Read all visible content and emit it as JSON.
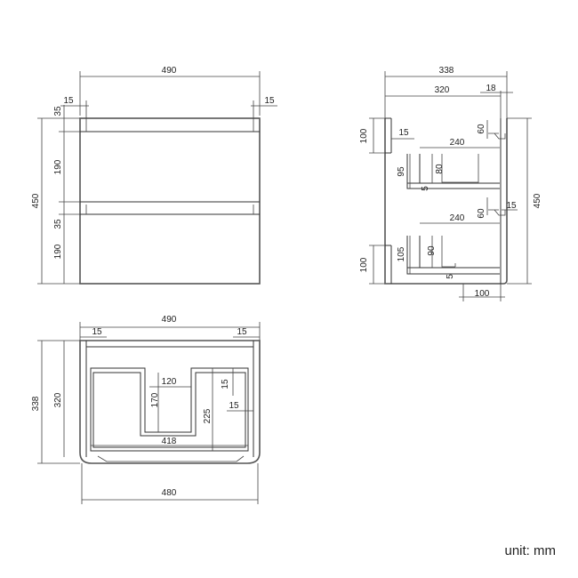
{
  "front": {
    "width": "490",
    "side_l": "15",
    "side_r": "15",
    "top": "35",
    "drawer1": "190",
    "mid": "35",
    "drawer2": "190",
    "height": "450"
  },
  "side": {
    "depth": "338",
    "inner": "320",
    "back": "18",
    "top_h": "100",
    "bot_h": "100",
    "height": "450",
    "d1_w": "240",
    "d1_h": "95",
    "d1_inner": "80",
    "d1_gap": "5",
    "d1_rail": "60",
    "d1_t": "15",
    "d2_w": "240",
    "d2_h": "105",
    "d2_inner": "90",
    "d2_gap": "5",
    "d2_rail": "60",
    "d2_t": "15",
    "bottom_off": "100"
  },
  "plan": {
    "width": "490",
    "l_edge": "15",
    "r_edge": "15",
    "depth": "338",
    "inner_depth": "320",
    "notch_w": "120",
    "notch_d": "170",
    "drawer_d": "225",
    "wall_1": "15",
    "wall_2": "15",
    "inner_w": "418",
    "base_w": "480"
  },
  "unit_label": "unit: mm"
}
